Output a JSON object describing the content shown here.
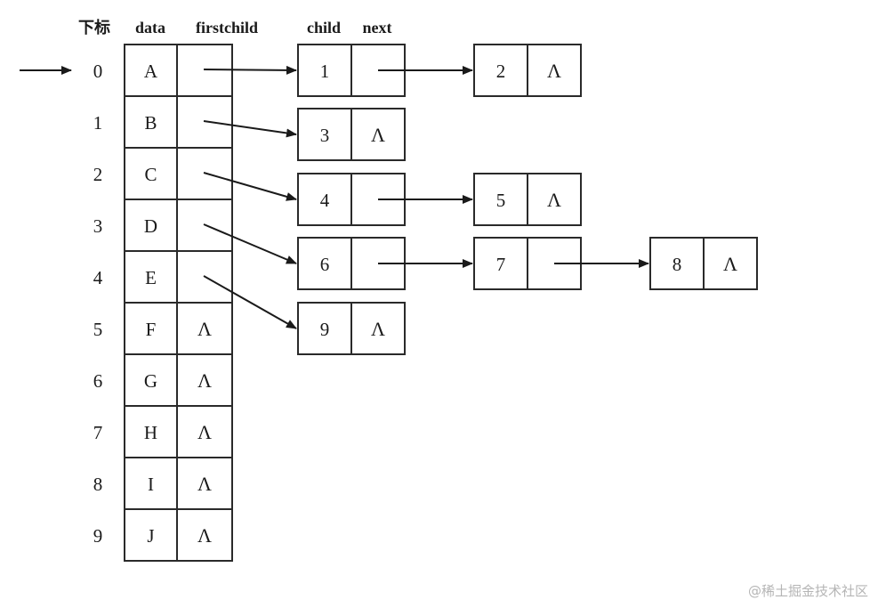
{
  "headers": {
    "index": "下标",
    "data": "data",
    "firstchild": "firstchild",
    "child": "child",
    "next": "next"
  },
  "nil_symbol": "Λ",
  "table": [
    {
      "index": "0",
      "data": "A",
      "has_child": true
    },
    {
      "index": "1",
      "data": "B",
      "has_child": true
    },
    {
      "index": "2",
      "data": "C",
      "has_child": true
    },
    {
      "index": "3",
      "data": "D",
      "has_child": true
    },
    {
      "index": "4",
      "data": "E",
      "has_child": true
    },
    {
      "index": "5",
      "data": "F",
      "has_child": false
    },
    {
      "index": "6",
      "data": "G",
      "has_child": false
    },
    {
      "index": "7",
      "data": "H",
      "has_child": false
    },
    {
      "index": "8",
      "data": "I",
      "has_child": false
    },
    {
      "index": "9",
      "data": "J",
      "has_child": false
    }
  ],
  "child_lists": [
    {
      "parent": "0",
      "children": [
        "1",
        "2"
      ]
    },
    {
      "parent": "1",
      "children": [
        "3"
      ]
    },
    {
      "parent": "2",
      "children": [
        "4",
        "5"
      ]
    },
    {
      "parent": "3",
      "children": [
        "6",
        "7",
        "8"
      ]
    },
    {
      "parent": "4",
      "children": [
        "9"
      ]
    }
  ],
  "watermark": "@稀土掘金技术社区"
}
